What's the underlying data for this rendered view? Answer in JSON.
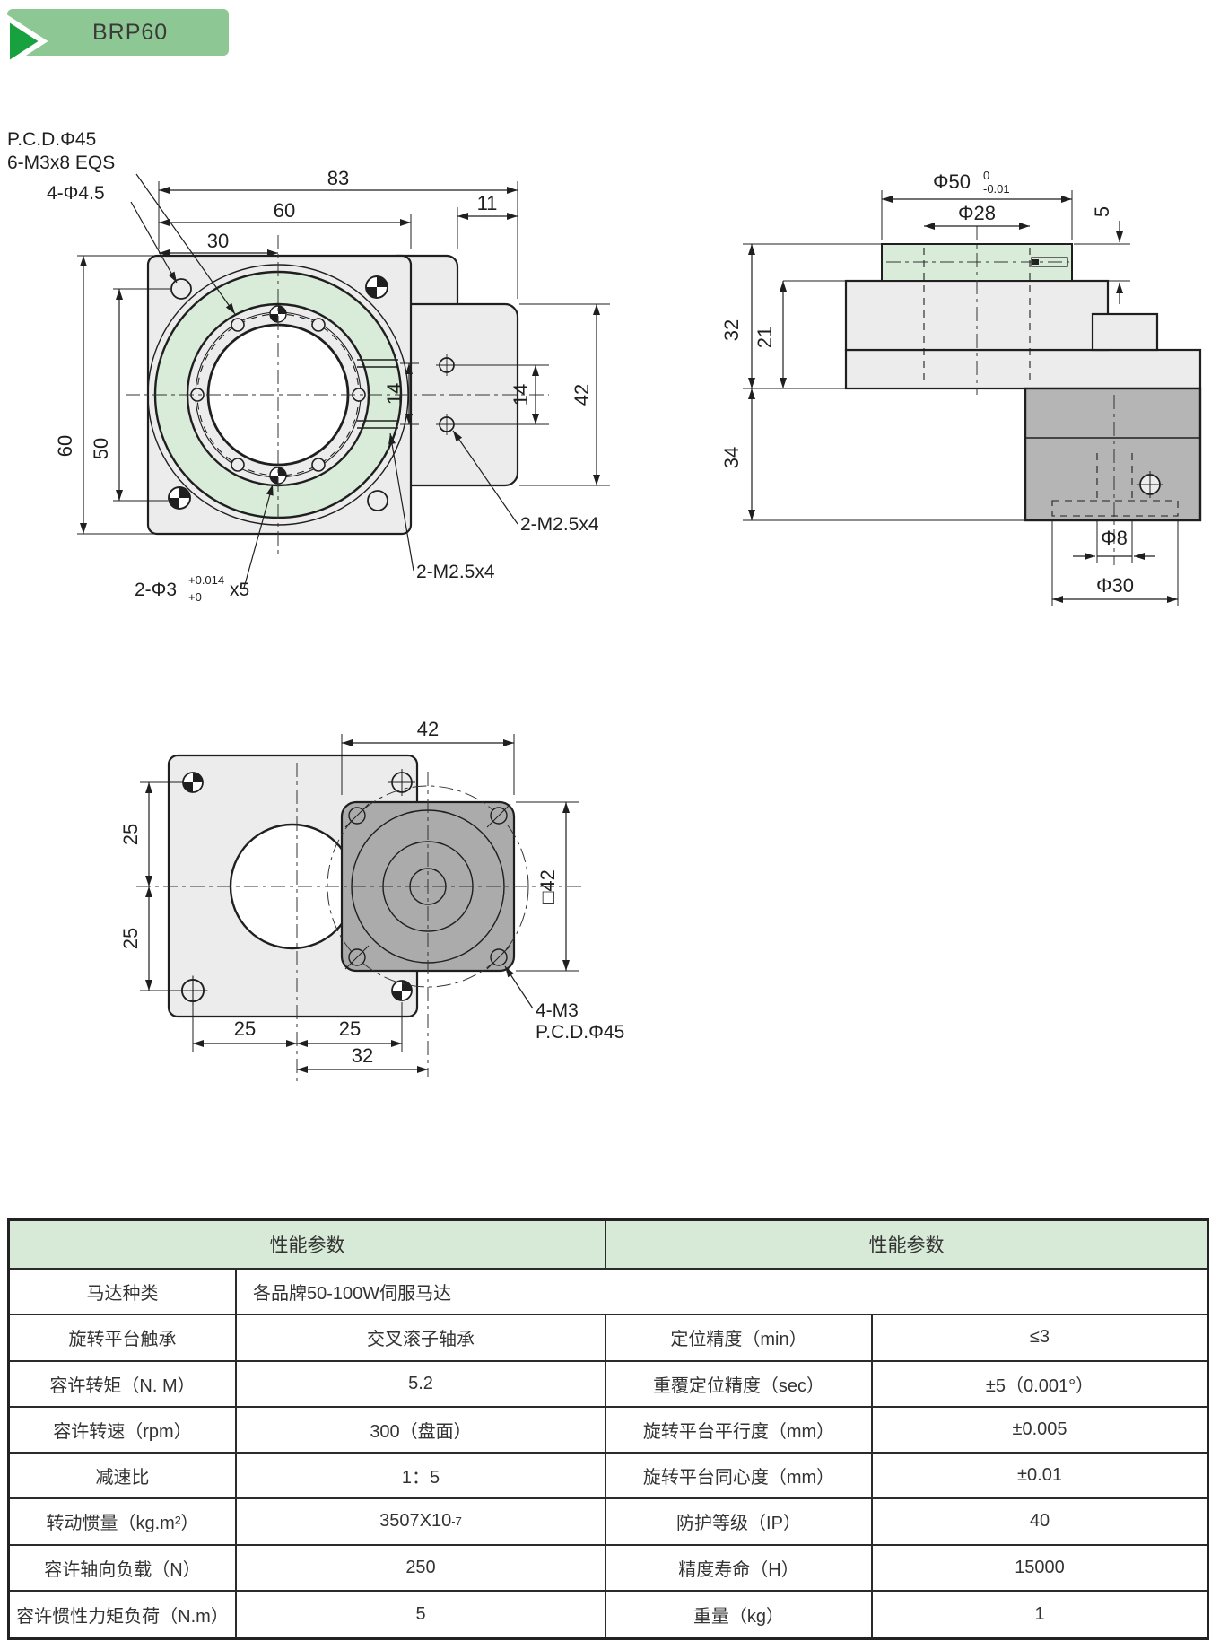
{
  "badge": {
    "model": "BRP60"
  },
  "front_view": {
    "leader_labels": {
      "pcd_line1": "P.C.D.Φ45",
      "pcd_line2": "6-M3x8 EQS",
      "corner_holes": "4-Φ4.5",
      "ear_taps": "2-M2.5x4",
      "ring_taps": "2-M2.5x4",
      "pin_main": "2-Φ3",
      "pin_sup": "+0.014",
      "pin_sub": "+0",
      "pin_tail": "x5"
    },
    "dims": {
      "total_width": "83",
      "plate_width": "60",
      "half_width": "30",
      "tab_width": "11",
      "plate_height": "60",
      "hole_pitch": "50",
      "slot_pitch": "14",
      "ear_hole_pitch": "14",
      "ear_height": "42"
    }
  },
  "side_view": {
    "dims": {
      "table_dia": "Φ50",
      "table_dia_sup": "0",
      "table_dia_sub": "-0.01",
      "boss_dia": "Φ28",
      "table_thickness": "5",
      "upper_height": "32",
      "body_height": "21",
      "lower_height": "34",
      "shaft_dia": "Φ8",
      "pilot_dia": "Φ30"
    }
  },
  "bottom_view": {
    "dims": {
      "motor_width": "42",
      "left_pitch_top": "25",
      "left_pitch_bottom": "25",
      "bottom_pitch_left": "25",
      "bottom_pitch_right": "25",
      "center_offset": "32",
      "motor_square": "□42"
    },
    "leader_labels": {
      "taps": "4-M3",
      "pcd": "P.C.D.Φ45"
    }
  },
  "table": {
    "header_left": "性能参数",
    "header_right": "性能参数",
    "motor_row": {
      "label": "马达种类",
      "value": "各品牌50-100W伺服马达"
    },
    "rows": [
      {
        "l1": "旋转平台触承",
        "v1": "交叉滚子轴承",
        "l2": "定位精度（min）",
        "v2": "≤3"
      },
      {
        "l1": "容许转矩（N. M）",
        "v1": "5.2",
        "l2": "重覆定位精度（sec）",
        "v2": "±5（0.001°）"
      },
      {
        "l1": "容许转速（rpm）",
        "v1": "300（盘面）",
        "l2": "旋转平台平行度（mm）",
        "v2": "±0.005"
      },
      {
        "l1": "减速比",
        "v1": "1：5",
        "l2": "旋转平台同心度（mm）",
        "v2": "±0.01"
      },
      {
        "l1": "转动惯量（kg.m²）",
        "v1": "3507X10",
        "v1_sup": "-7",
        "l2": "防护等级（IP）",
        "v2": "40"
      },
      {
        "l1": "容许轴向负载（N）",
        "v1": "250",
        "l2": "精度寿命（H）",
        "v2": "15000"
      },
      {
        "l1": "容许惯性力矩负荷（N.m）",
        "v1": "5",
        "l2": "重量（kg）",
        "v2": "1"
      }
    ]
  }
}
